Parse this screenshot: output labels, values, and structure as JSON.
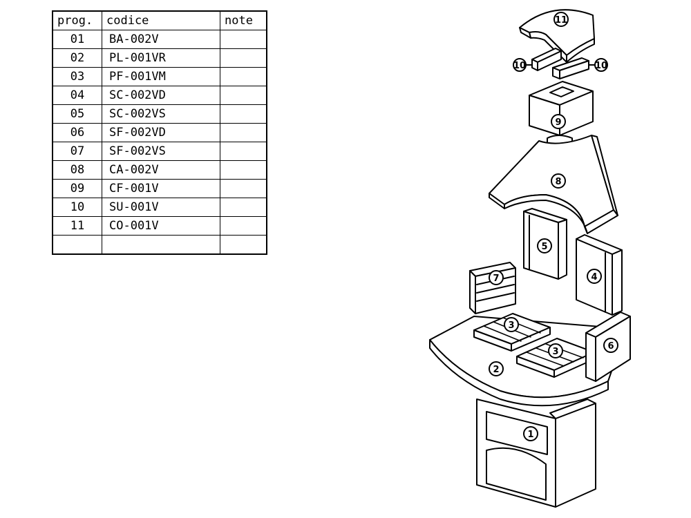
{
  "table": {
    "headers": {
      "prog": "prog.",
      "code": "codice",
      "note": "note"
    },
    "rows": [
      {
        "prog": "01",
        "code": "BA-002V",
        "note": ""
      },
      {
        "prog": "02",
        "code": "PL-001VR",
        "note": ""
      },
      {
        "prog": "03",
        "code": "PF-001VM",
        "note": ""
      },
      {
        "prog": "04",
        "code": "SC-002VD",
        "note": ""
      },
      {
        "prog": "05",
        "code": "SC-002VS",
        "note": ""
      },
      {
        "prog": "06",
        "code": "SF-002VD",
        "note": ""
      },
      {
        "prog": "07",
        "code": "SF-002VS",
        "note": ""
      },
      {
        "prog": "08",
        "code": "CA-002V",
        "note": ""
      },
      {
        "prog": "09",
        "code": "CF-001V",
        "note": ""
      },
      {
        "prog": "10",
        "code": "SU-001V",
        "note": ""
      },
      {
        "prog": "11",
        "code": "CO-001V",
        "note": ""
      },
      {
        "prog": "",
        "code": "",
        "note": ""
      }
    ]
  },
  "callouts": {
    "c1": "1",
    "c2": "2",
    "c3a": "3",
    "c3b": "3",
    "c4": "4",
    "c5": "5",
    "c6": "6",
    "c7": "7",
    "c8": "8",
    "c9": "9",
    "c10a": "10",
    "c10b": "10",
    "c11": "11"
  }
}
